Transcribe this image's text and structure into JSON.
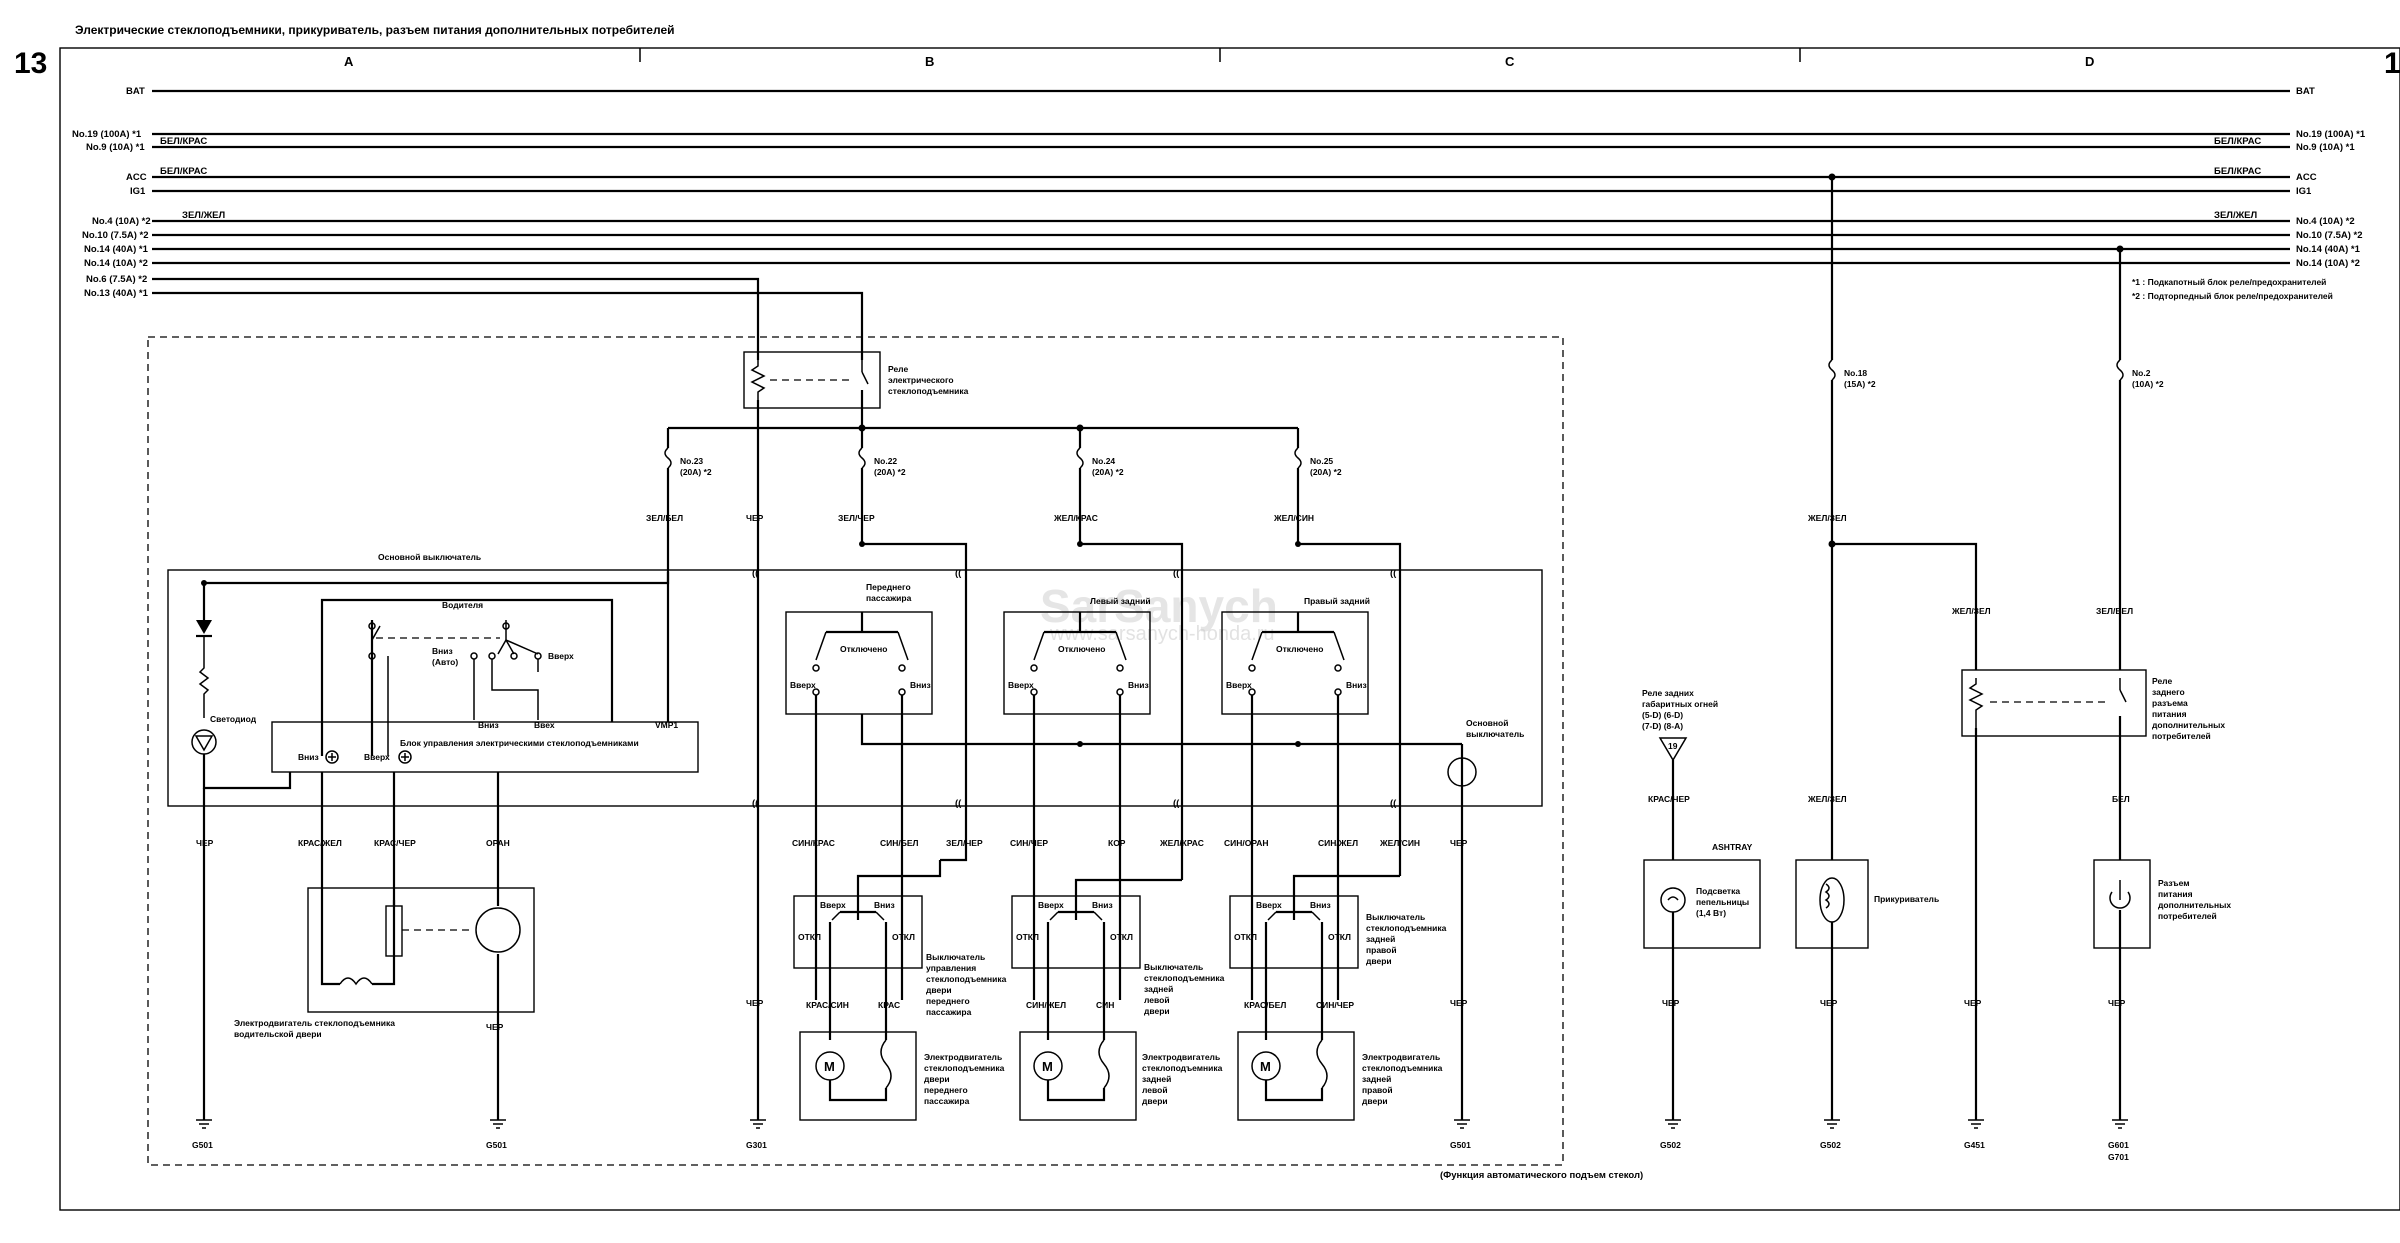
{
  "title": "Электрические стеклоподъемники, прикуриватель, разъем питания дополнительных потребителей",
  "page_number_left": "13",
  "page_number_right": "1",
  "columns": [
    "A",
    "B",
    "C",
    "D"
  ],
  "supply_lines": [
    {
      "left": "BAT",
      "right": "BAT",
      "wire_left": "",
      "wire_right": ""
    },
    {
      "left": "No.19 (100A) *1",
      "right": "No.19 (100A) *1",
      "wire_left": "",
      "wire_right": ""
    },
    {
      "left": "No.9 (10A) *1",
      "right": "No.9 (10A) *1",
      "wire_left": "БЕЛ/КРАС",
      "wire_right": "БЕЛ/КРАС"
    },
    {
      "left": "ACC",
      "right": "ACC",
      "wire_left": "БЕЛ/КРАС",
      "wire_right": "БЕЛ/КРАС"
    },
    {
      "left": "IG1",
      "right": "IG1",
      "wire_left": "",
      "wire_right": ""
    },
    {
      "left": "No.4 (10A) *2",
      "right": "No.4 (10A) *2",
      "wire_left": "ЗЕЛ/ЖЕЛ",
      "wire_right": "ЗЕЛ/ЖЕЛ"
    },
    {
      "left": "No.10 (7.5A) *2",
      "right": "No.10 (7.5A) *2",
      "wire_left": "",
      "wire_right": ""
    },
    {
      "left": "No.14 (40A) *1",
      "right": "No.14 (40A) *1",
      "wire_left": "",
      "wire_right": ""
    },
    {
      "left": "No.14 (10A) *2",
      "right": "No.14 (10A) *2",
      "wire_left": "",
      "wire_right": ""
    },
    {
      "left": "No.6 (7.5A) *2",
      "right": "",
      "wire_left": "",
      "wire_right": ""
    },
    {
      "left": "No.13 (40A) *1",
      "right": "",
      "wire_left": "",
      "wire_right": ""
    }
  ],
  "notes": [
    "*1  : Подкапотный блок реле/предохранителей",
    "*2  : Подторпедный блок реле/предохранителей"
  ],
  "relays": {
    "window_relay": [
      "Реле",
      "электрического",
      "стеклоподъемника"
    ],
    "accessory_relay": [
      "Реле",
      "заднего",
      "разъема",
      "питания",
      "дополнительных",
      "потребителей"
    ],
    "tail_light_relay": [
      "Реле задних",
      "габаритных огней",
      "(5-D) (6-D)",
      "(7-D) (8-A)"
    ],
    "tail_light_tag": "19"
  },
  "fuses": [
    {
      "name": "No.23",
      "rating": "(20A) *2",
      "wire": "ЗЕЛ/БЕЛ"
    },
    {
      "name": "No.22",
      "rating": "(20A) *2",
      "wire": "ЗЕЛ/ЧЕР"
    },
    {
      "name": "No.24",
      "rating": "(20A) *2",
      "wire": "ЖЕЛ/КРАС"
    },
    {
      "name": "No.25",
      "rating": "(20A) *2",
      "wire": "ЖЕЛ/СИН"
    },
    {
      "name": "No.18",
      "rating": "(15A) *2",
      "wire": "ЖЕЛ/ЗЕЛ"
    },
    {
      "name": "No.2",
      "rating": "(10A) *2",
      "wire": "ЗЕЛ/БЕЛ"
    }
  ],
  "main_switch": {
    "title": "Основной выключатель",
    "driver": "Водителя",
    "down_auto": [
      "Вниз",
      "(Авто)"
    ],
    "up": "Вверх",
    "led": "Светодиод",
    "labels_bottom": [
      "Вниз",
      "Ввех",
      "VMP1"
    ],
    "control_unit": "Блок управления электрическими стеклоподъемниками",
    "unit_down": "Вниз",
    "unit_up": "Вверх",
    "main_switch_tag": [
      "Основной",
      "выключатель"
    ],
    "passenger_sections": [
      {
        "title": [
          "Переднего",
          "пассажира"
        ],
        "off": "Отключено",
        "up": "Вверх",
        "down": "Вниз"
      },
      {
        "title": [
          "Левый задний"
        ],
        "off": "Отключено",
        "up": "Вверх",
        "down": "Вниз"
      },
      {
        "title": [
          "Правый задний"
        ],
        "off": "Отключено",
        "up": "Вверх",
        "down": "Вниз"
      }
    ]
  },
  "wires_mid": {
    "a": [
      "ЧЕР",
      "КРАС/ЖЕЛ",
      "КРАС/ЧЕР",
      "ОРАН"
    ],
    "b_top": "ЧЕР",
    "b": [
      "СИН/КРАС",
      "СИН/БЕЛ",
      "ЗЕЛ/ЧЕР"
    ],
    "c": [
      "СИН/ЧЕР",
      "КОР",
      "ЖЕЛ/КРАС"
    ],
    "d": [
      "СИН/ОРАН",
      "СИН/ЖЕЛ",
      "ЖЕЛ/СИН"
    ],
    "e": "ЧЕР"
  },
  "door_switches": [
    {
      "up": "Вверх",
      "down": "Вниз",
      "off": "ОТКЛ",
      "label": [
        "Выключатель",
        "управления",
        "стеклоподъемника",
        "двери",
        "переднего",
        "пассажира"
      ],
      "wires": [
        "КРАС/СИН",
        "КРАС"
      ]
    },
    {
      "up": "Вверх",
      "down": "Вниз",
      "off": "ОТКЛ",
      "label": [
        "Выключатель",
        "стеклоподъемника",
        "задней",
        "левой",
        "двери"
      ],
      "wires": [
        "СИН/ЖЕЛ",
        "СИН"
      ]
    },
    {
      "up": "Вверх",
      "down": "Вниз",
      "off": "ОТКЛ",
      "label": [
        "Выключатель",
        "стеклоподъемника",
        "задней",
        "правой",
        "двери"
      ],
      "wires": [
        "КРАС/БЕЛ",
        "СИН/ЧЕР"
      ]
    }
  ],
  "motors": [
    {
      "label": [
        "Электродвигатель стеклоподъемника",
        "водительской двери"
      ],
      "wire": "ЧЕР"
    },
    {
      "label": [
        "Электродвигатель",
        "стеклоподъемника",
        "двери",
        "переднего",
        "пассажира"
      ]
    },
    {
      "label": [
        "Электродвигатель",
        "стеклоподъемника",
        "задней",
        "левой",
        "двери"
      ]
    },
    {
      "label": [
        "Электродвигатель",
        "стеклоподъемника",
        "задней",
        "правой",
        "двери"
      ]
    }
  ],
  "motor_symbol": "M",
  "right_section": {
    "tail_wire": "КРАС/ЧЕР",
    "ashtray_title": "ASHTRAY",
    "ashtray_label": [
      "Подсветка",
      "пепельницы",
      "(1,4 Вт)"
    ],
    "lighter_wires": [
      "ЖЕЛ/ЗЕЛ",
      "ЖЕЛ/ЗЕЛ"
    ],
    "lighter_label": "Прикуриватель",
    "relay_in_wires": [
      "ЖЕЛ/ЗЕЛ",
      "ЗЕЛ/БЕЛ"
    ],
    "socket_wire": "БЕЛ",
    "socket_label": [
      "Разъем",
      "питания",
      "дополнительных",
      "потребителей"
    ],
    "bottom_wires": [
      "ЧЕР",
      "ЧЕР",
      "ЧЕР",
      "ЧЕР"
    ]
  },
  "grounds": [
    "G501",
    "G501",
    "G301",
    "G501",
    "G502",
    "G502",
    "G451",
    "G601",
    "G701"
  ],
  "ground_wire": "ЧЕР",
  "footnote": "(Функция автоматического подъем стекол)",
  "watermark": [
    "SarSanych",
    "www.sarsanych-honda.ru"
  ]
}
